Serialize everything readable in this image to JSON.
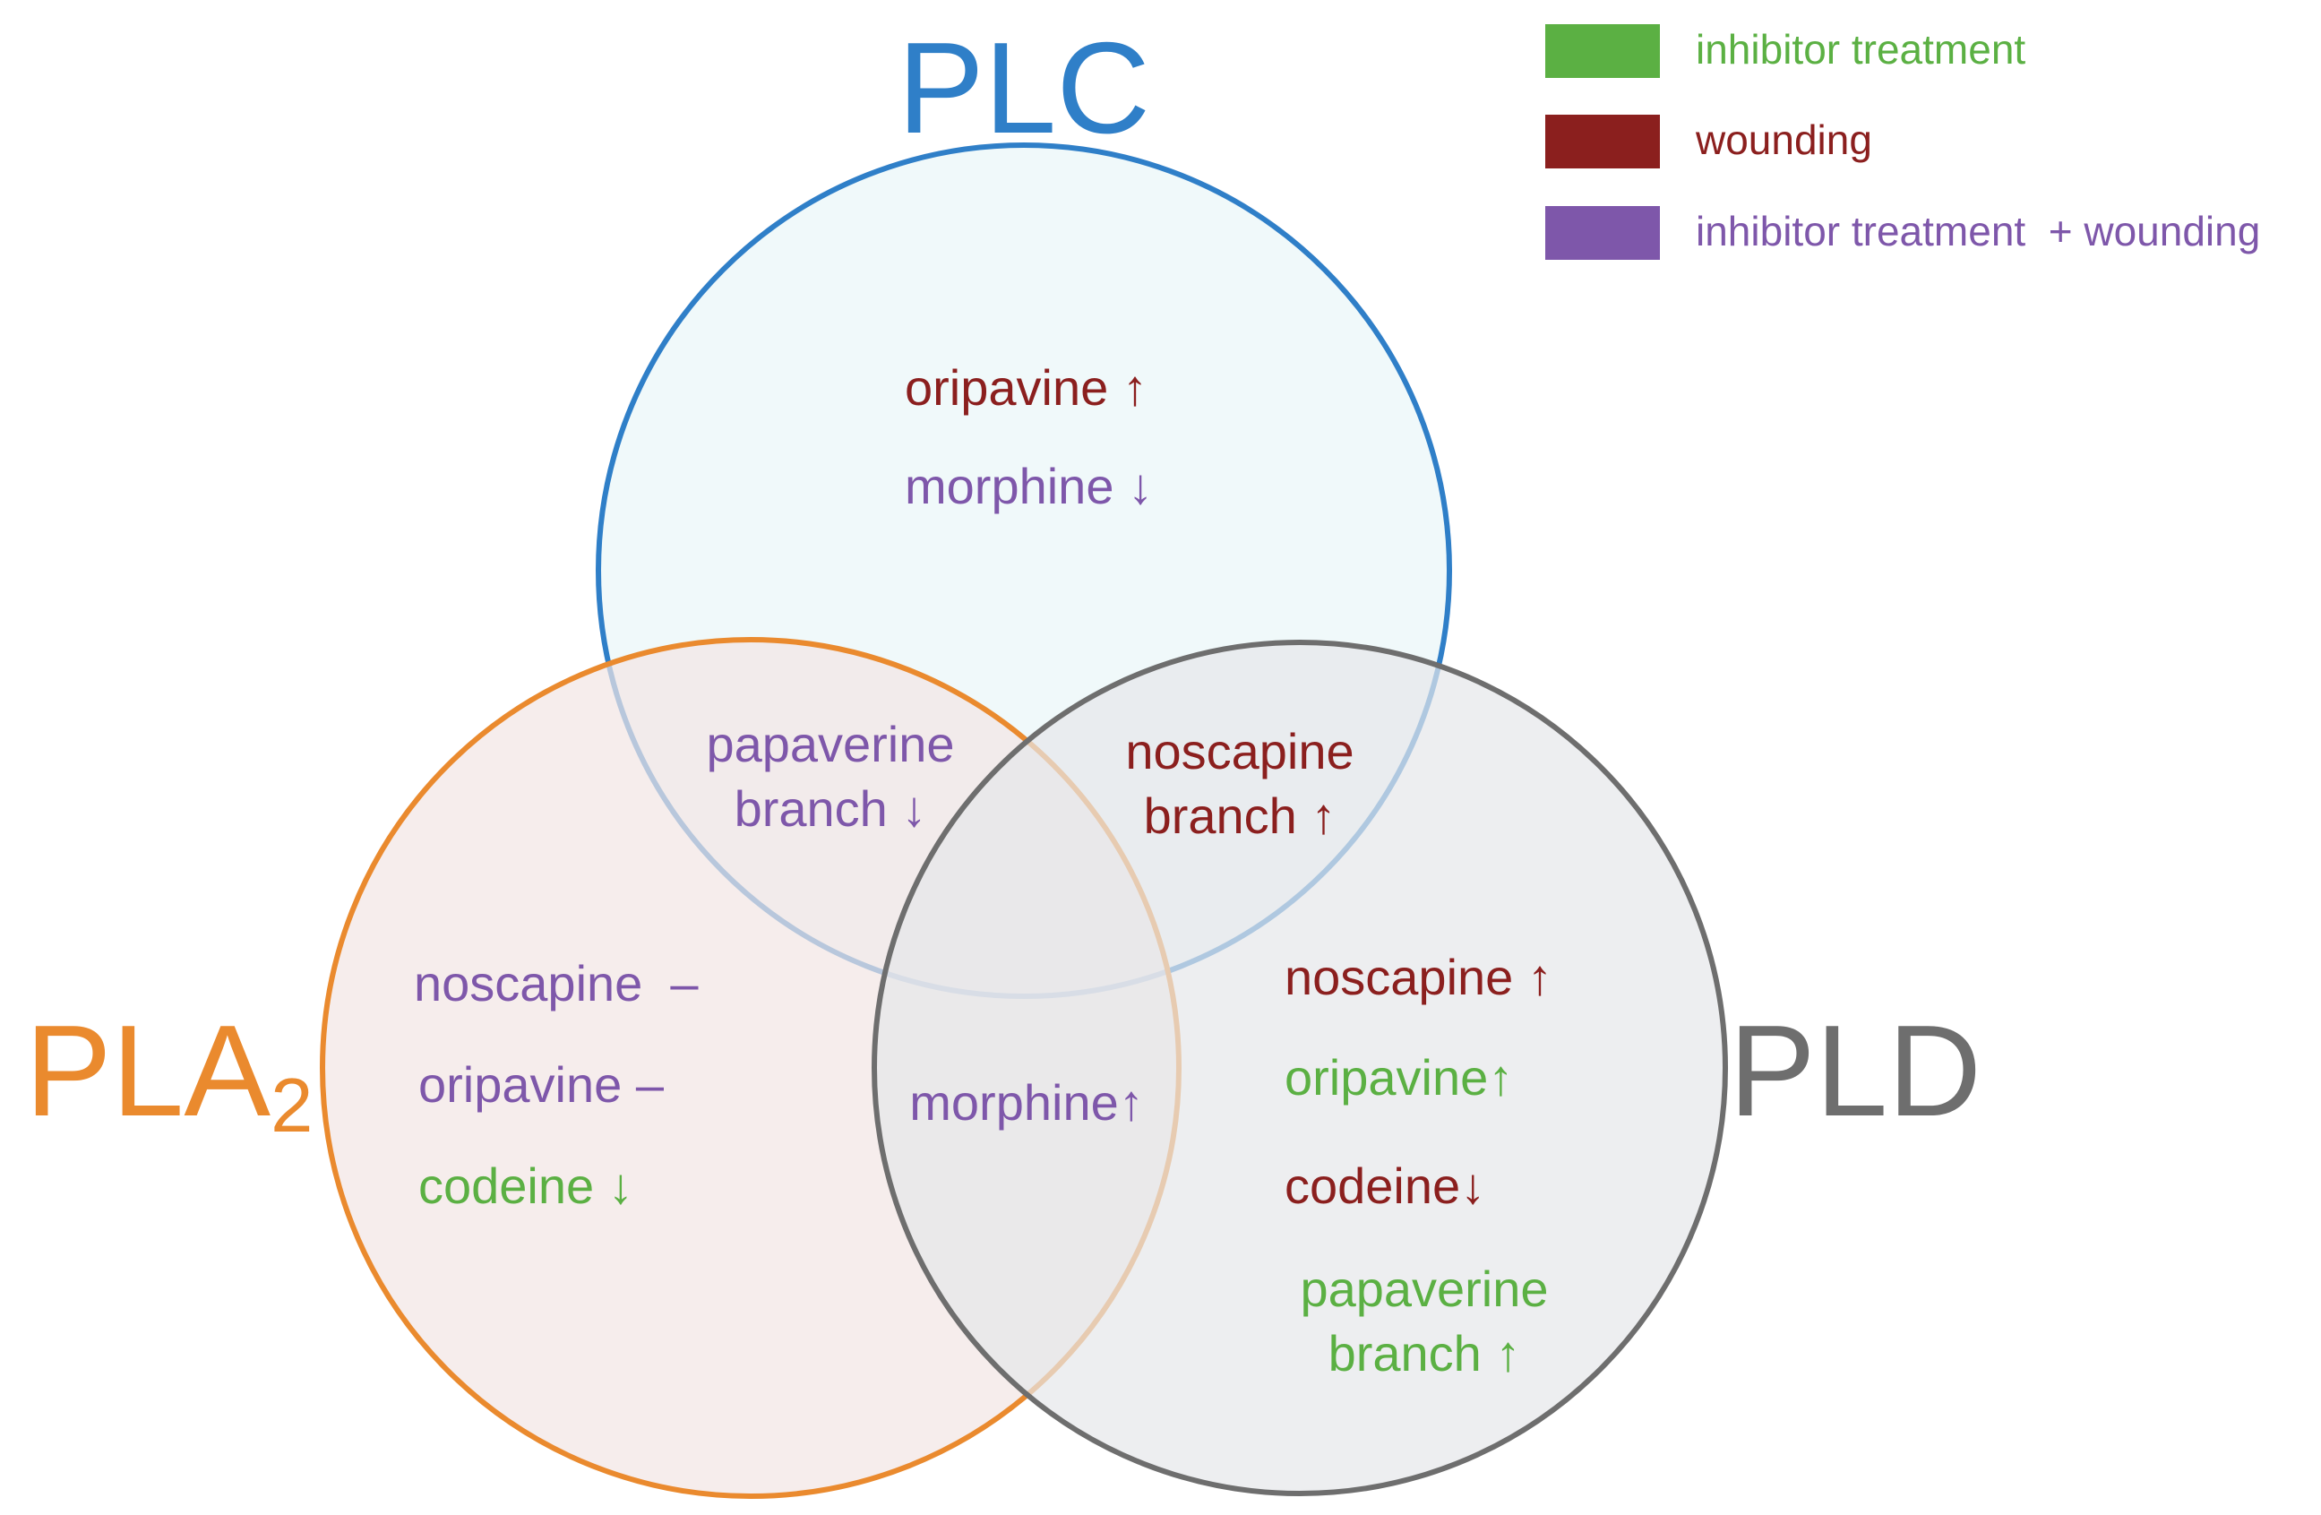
{
  "colors": {
    "plc": "#2F7FC8",
    "pla2": "#EA8A2E",
    "pld": "#6E6E6E",
    "plc_fill": "#EAF7F8",
    "pla2_fill": "#F2E5E4",
    "pld_fill": "#E6E7E9",
    "inhibitor": "#5BB043",
    "wounding": "#8B1F1E",
    "combined": "#7E57AA"
  },
  "sets": {
    "plc": {
      "label": "PLC"
    },
    "pla2": {
      "label": "PLA",
      "subscript": "2"
    },
    "pld": {
      "label": "PLD"
    }
  },
  "legend": [
    {
      "label": "inhibitor treatment",
      "color_key": "inhibitor"
    },
    {
      "label": "wounding",
      "color_key": "wounding"
    },
    {
      "label": "inhibitor treatment  + wounding",
      "color_key": "combined"
    }
  ],
  "regions": {
    "plc_only": [
      {
        "text": "oripavine ↑",
        "color_key": "wounding"
      },
      {
        "text": "morphine ↓",
        "color_key": "combined"
      }
    ],
    "plc_pla2": [
      {
        "text": "papaverine",
        "color_key": "combined"
      },
      {
        "text": "branch ↓",
        "color_key": "combined"
      }
    ],
    "plc_pld": [
      {
        "text": "noscapine",
        "color_key": "wounding"
      },
      {
        "text": "branch ↑",
        "color_key": "wounding"
      }
    ],
    "pla2_only": [
      {
        "text": "noscapine  –",
        "color_key": "combined"
      },
      {
        "text": "oripavine –",
        "color_key": "combined"
      },
      {
        "text": "codeine ↓",
        "color_key": "inhibitor"
      }
    ],
    "pla2_pld": [
      {
        "text": "morphine↑",
        "color_key": "combined"
      }
    ],
    "pld_only": [
      {
        "text": "noscapine ↑",
        "color_key": "wounding"
      },
      {
        "text": "oripavine↑",
        "color_key": "inhibitor"
      },
      {
        "text": "codeine↓",
        "color_key": "wounding"
      },
      {
        "text": "papaverine",
        "color_key": "inhibitor"
      },
      {
        "text": "branch ↑",
        "color_key": "inhibitor"
      }
    ]
  }
}
